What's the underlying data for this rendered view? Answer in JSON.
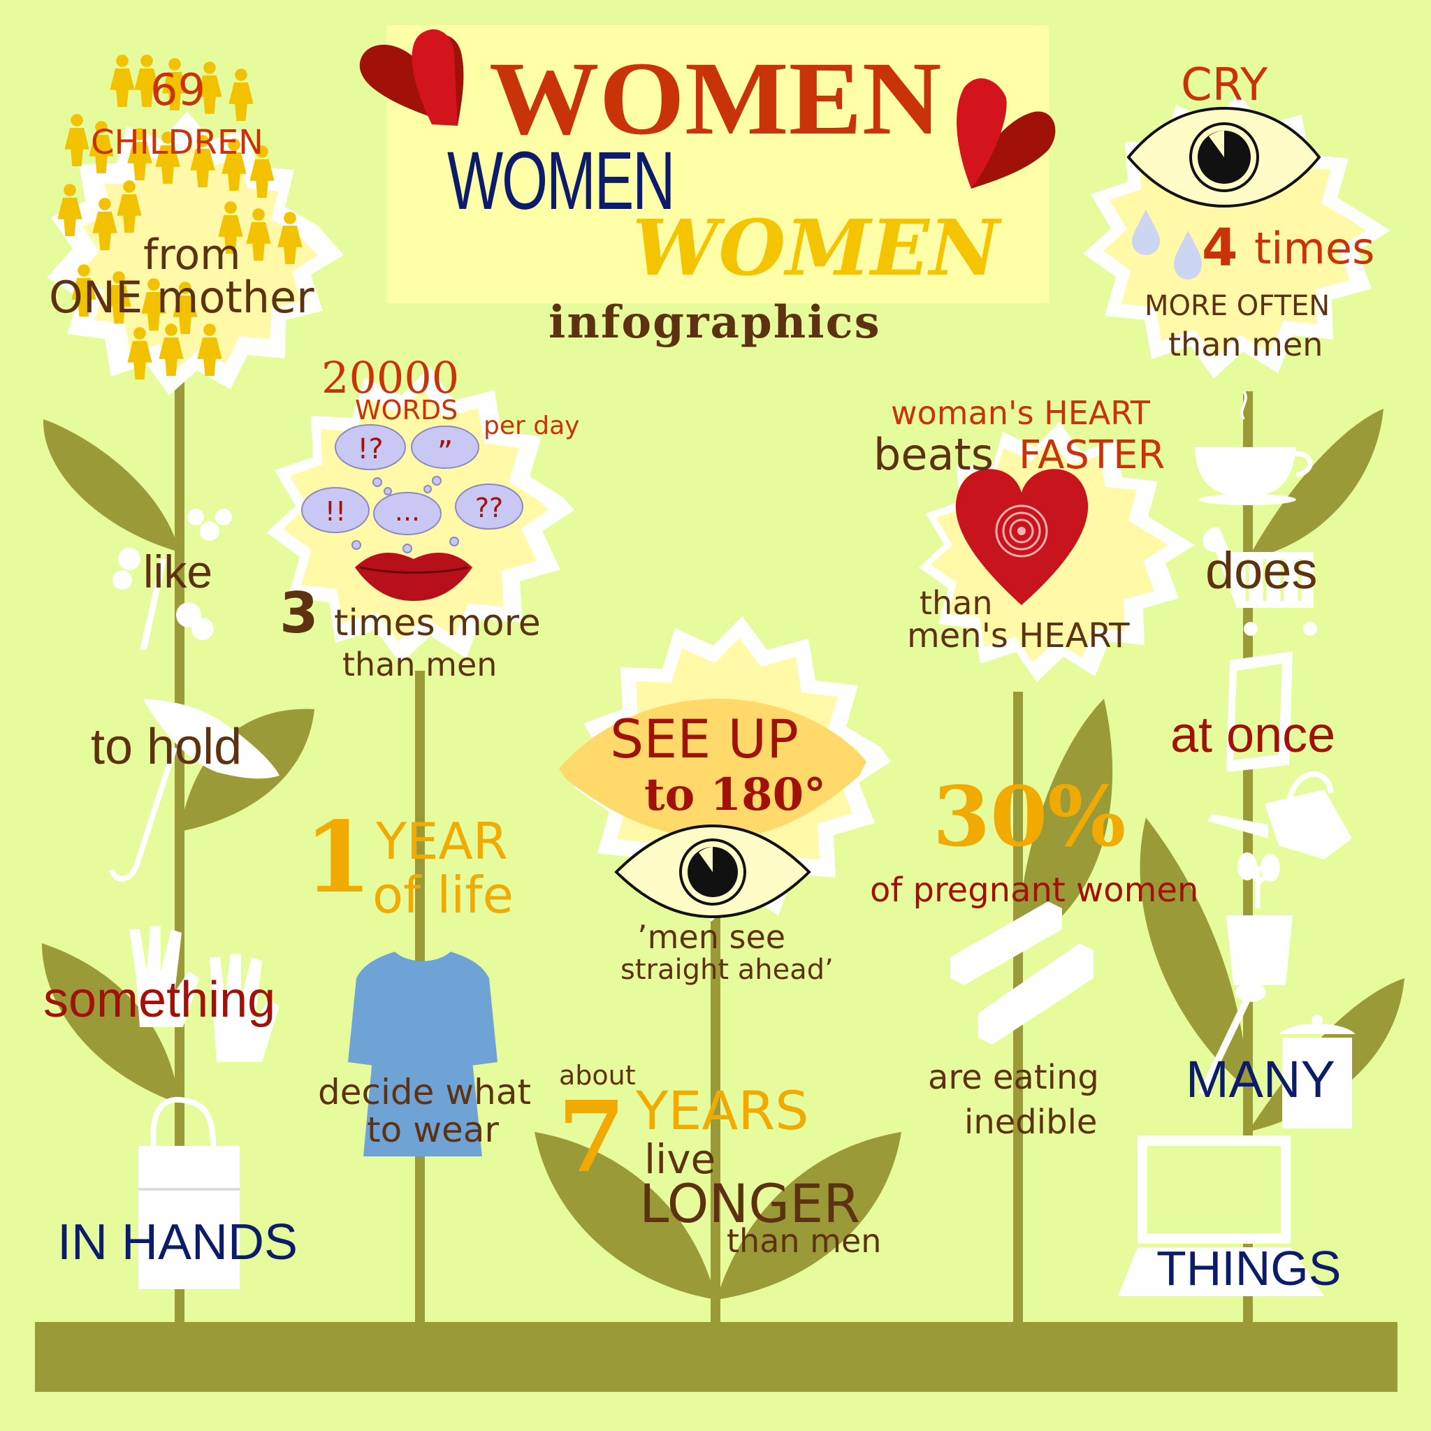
{
  "colors": {
    "background": "#e6fb9c",
    "stem": "#9b9a38",
    "petal_outer": "#ffffff",
    "petal_inner": "#fff9a8",
    "title_red": "#c8330a",
    "title_navy": "#0c1c6a",
    "title_yellow": "#f4c400",
    "heart_red": "#c8141c",
    "text_brown": "#5c3210"
  },
  "header": {
    "title_1": "WOMEN",
    "title_2": "WOMEN",
    "title_3": "WOMEN",
    "subtitle": "infographics"
  },
  "children": {
    "count": "69",
    "label": "CHILDREN",
    "line_1": "from",
    "line_2": "ONE mother",
    "icon": "people-icon"
  },
  "words": {
    "count": "20000",
    "label": "WORDS",
    "suffix": "per day",
    "bubbles": [
      "!?",
      "”",
      "!!",
      "...",
      "??"
    ],
    "multiplier": "3",
    "line_1": "times more",
    "line_2": "than men",
    "icon": "lips-icon"
  },
  "cry": {
    "label": "CRY",
    "count": "4",
    "unit": "times",
    "line_1": "MORE OFTEN",
    "line_2": "than men",
    "icon": "eye-icon"
  },
  "heart": {
    "line_1": "woman's HEART",
    "line_2a": "beats",
    "line_2b": "FASTER",
    "line_3": "than",
    "line_4": "men's HEART",
    "icon": "heart-target-icon"
  },
  "vision": {
    "line_1": "SEE UP",
    "line_2": "to 180°",
    "line_3": "’men see",
    "line_4": "straight ahead’",
    "icon": "eye-icon"
  },
  "clothes": {
    "number": "1",
    "unit_1": "YEAR",
    "unit_2": "of life",
    "line_1": "decide what",
    "line_2": "to wear",
    "icon": "dress-icon"
  },
  "lifespan": {
    "prefix": "about",
    "number": "7",
    "unit": "YEARS",
    "line_1": "live",
    "line_2": "LONGER",
    "line_3": "than men"
  },
  "pregnant": {
    "percent": "30%",
    "line_1": "of pregnant women",
    "line_2": "are eating",
    "line_3": "inedible",
    "icon": "chalk-icon"
  },
  "hold": {
    "w1": "like",
    "w2": "to hold",
    "w3": "something",
    "w4": "IN HANDS",
    "icons": [
      "flowers-icon",
      "umbrella-icon",
      "gloves-icon",
      "handbag-icon"
    ]
  },
  "multitask": {
    "w1": "does",
    "w2": "at once",
    "w3": "MANY",
    "w4": "THINGS",
    "icons": [
      "cup-icon",
      "cart-icon",
      "tablet-icon",
      "watering-can-icon",
      "plant-pot-icon",
      "pan-icon",
      "laptop-icon"
    ]
  }
}
